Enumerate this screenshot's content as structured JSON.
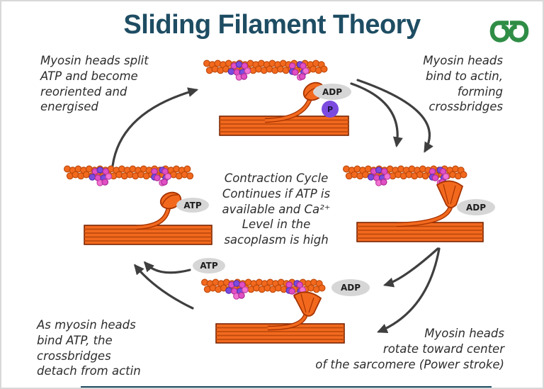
{
  "title": "Sliding Filament Theory",
  "logo": {
    "name": "GeeksforGeeks",
    "color": "#2f8d46"
  },
  "annotations": {
    "top_left": "Myosin heads split\nATP and become\nreoriented and\nenergised",
    "top_right": "Myosin heads\nbind to actin,\nforming\ncrossbridges",
    "center": "Contraction Cycle\nContinues if ATP is\navailable and Ca²⁺\nLevel in the\nsacoplasm is high",
    "bottom_left": "As myosin heads\nbind ATP, the\ncrossbridges\ndetach from actin",
    "bottom_right": "Myosin heads\nrotate toward center\nof the sarcomere (Power stroke)"
  },
  "labels": {
    "stage_top": {
      "adp": "ADP",
      "p": "P"
    },
    "stage_right": {
      "adp": "ADP"
    },
    "stage_left": {
      "atp": "ATP"
    },
    "stage_bottom": {
      "atp": "ATP",
      "adp": "ADP"
    }
  },
  "colors": {
    "title": "#1e4d63",
    "annotation_text": "#2d2d2d",
    "arrow": "#3f3f3f",
    "actin_orange": "#f2691e",
    "troponin_purple": "#7b4be0",
    "troponin_magenta": "#e14fc4",
    "badge_gray": "#d6d6d6",
    "phosphate_purple": "#7b4be0",
    "logo_green": "#2f8d46",
    "footer_navy": "#1e4d63"
  }
}
